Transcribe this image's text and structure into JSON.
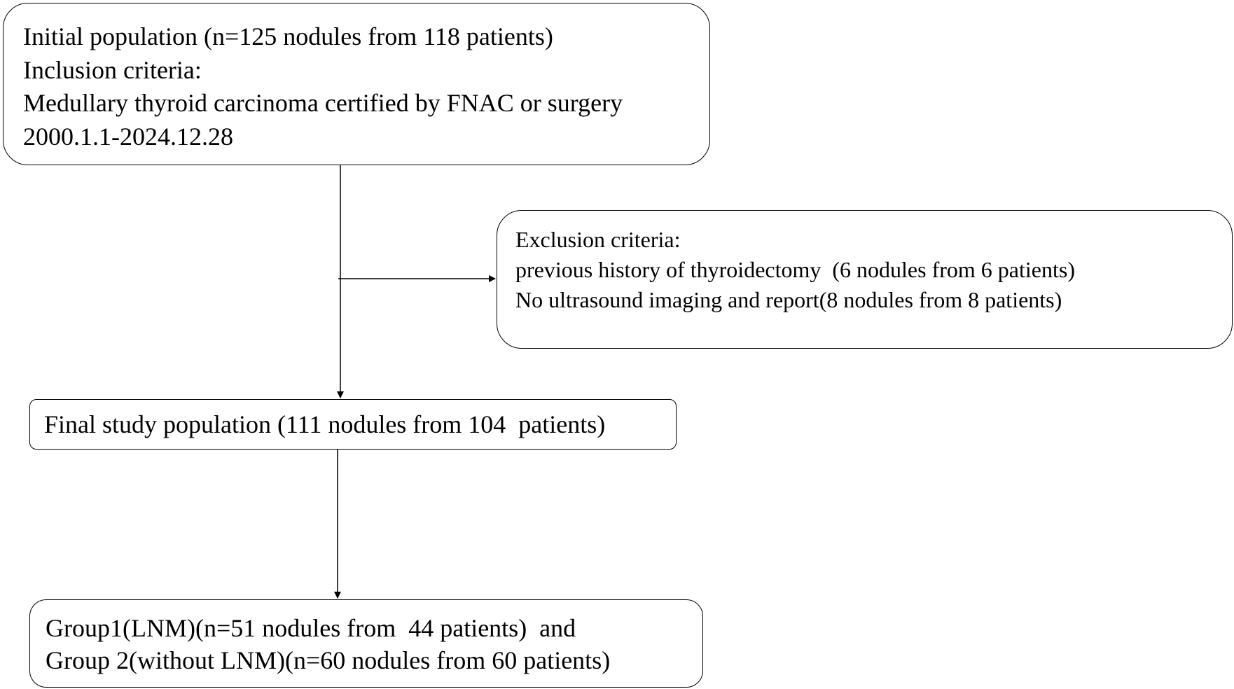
{
  "initial_population": {
    "lines": [
      "Initial population (n=125 nodules from 118 patients)",
      "Inclusion criteria:",
      "Medullary thyroid carcinoma certified by FNAC or surgery",
      "2000.1.1-2024.12.28"
    ]
  },
  "exclusion": {
    "lines": [
      "Exclusion criteria:",
      "previous history of thyroidectomy  (6 nodules from 6 patients)",
      "No ultrasound imaging and report(8 nodules from 8 patients)"
    ]
  },
  "final_population": {
    "text": "Final study population (111 nodules from 104  patients)"
  },
  "groups": {
    "lines": [
      "Group1(LNM)(n=51 nodules from  44 patients)  and",
      "Group 2(without LNM)(n=60 nodules from 60 patients)"
    ]
  }
}
